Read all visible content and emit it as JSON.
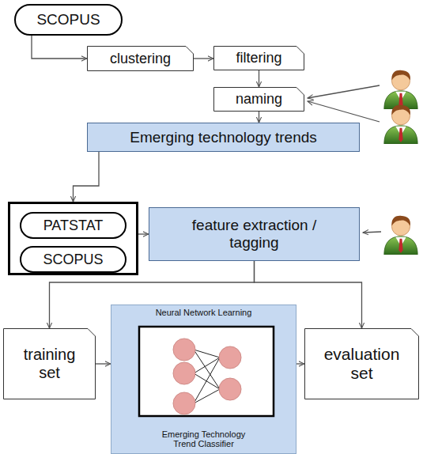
{
  "diagram": {
    "nodes": [
      {
        "text": [
          "SCOPUS"
        ]
      },
      {
        "text": [
          "clustering"
        ]
      },
      {
        "text": [
          "filtering"
        ]
      },
      {
        "text": [
          "naming"
        ]
      },
      {
        "text": [
          "Emerging technology trends"
        ]
      },
      {
        "text": []
      },
      {
        "text": [
          "PATSTAT"
        ],
        "in": 5
      },
      {
        "text": [
          "SCOPUS"
        ],
        "in": 5
      },
      {
        "text": [
          "feature extraction / tagging"
        ]
      },
      {
        "text": [
          "Neural Network Learning",
          "Emerging Technology Trend Classifier"
        ]
      },
      {
        "text": [
          "training set"
        ]
      },
      {
        "text": [
          "evaluation set"
        ]
      }
    ],
    "edges": [
      {
        "from": 0,
        "to": 1,
        "arrow": "to"
      },
      {
        "from": 1,
        "to": 2,
        "arrow": "to"
      },
      {
        "from": 2,
        "to": 3,
        "arrow": "to"
      },
      {
        "from": 3,
        "to": 4,
        "arrow": "to"
      },
      {
        "from": 4,
        "to": 5,
        "arrow": "to"
      },
      {
        "from": 5,
        "to": 8,
        "arrow": "to"
      },
      {
        "from": 8,
        "to": 10,
        "arrow": "to"
      },
      {
        "from": 8,
        "to": 11,
        "arrow": "to"
      },
      {
        "from": 10,
        "to": 9,
        "arrow": "to"
      },
      {
        "from": 9,
        "to": 11,
        "arrow": "to"
      }
    ]
  }
}
